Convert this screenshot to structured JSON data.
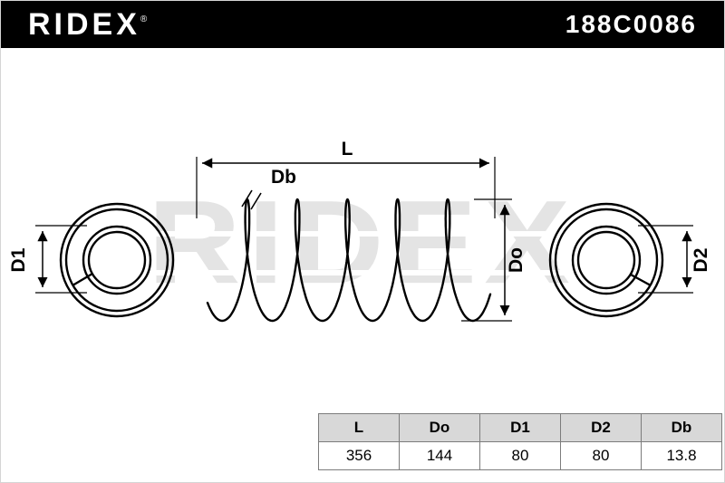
{
  "header": {
    "brand": "RIDEX",
    "registered_mark": "®",
    "part_number": "188C0086"
  },
  "watermark": {
    "text": "RIDEX"
  },
  "diagram": {
    "dim_length_label": "L",
    "dim_wire_label": "Db",
    "dim_outer_label": "Do",
    "dim_inner_left_label": "D1",
    "dim_inner_right_label": "D2"
  },
  "table": {
    "headers": [
      "L",
      "Do",
      "D1",
      "D2",
      "Db"
    ],
    "values": [
      "356",
      "144",
      "80",
      "80",
      "13.8"
    ]
  },
  "colors": {
    "header_bg": "#000000",
    "header_text": "#ffffff",
    "line": "#000000",
    "table_header_bg": "#d8d8d8",
    "watermark": "#e4e4e4"
  }
}
